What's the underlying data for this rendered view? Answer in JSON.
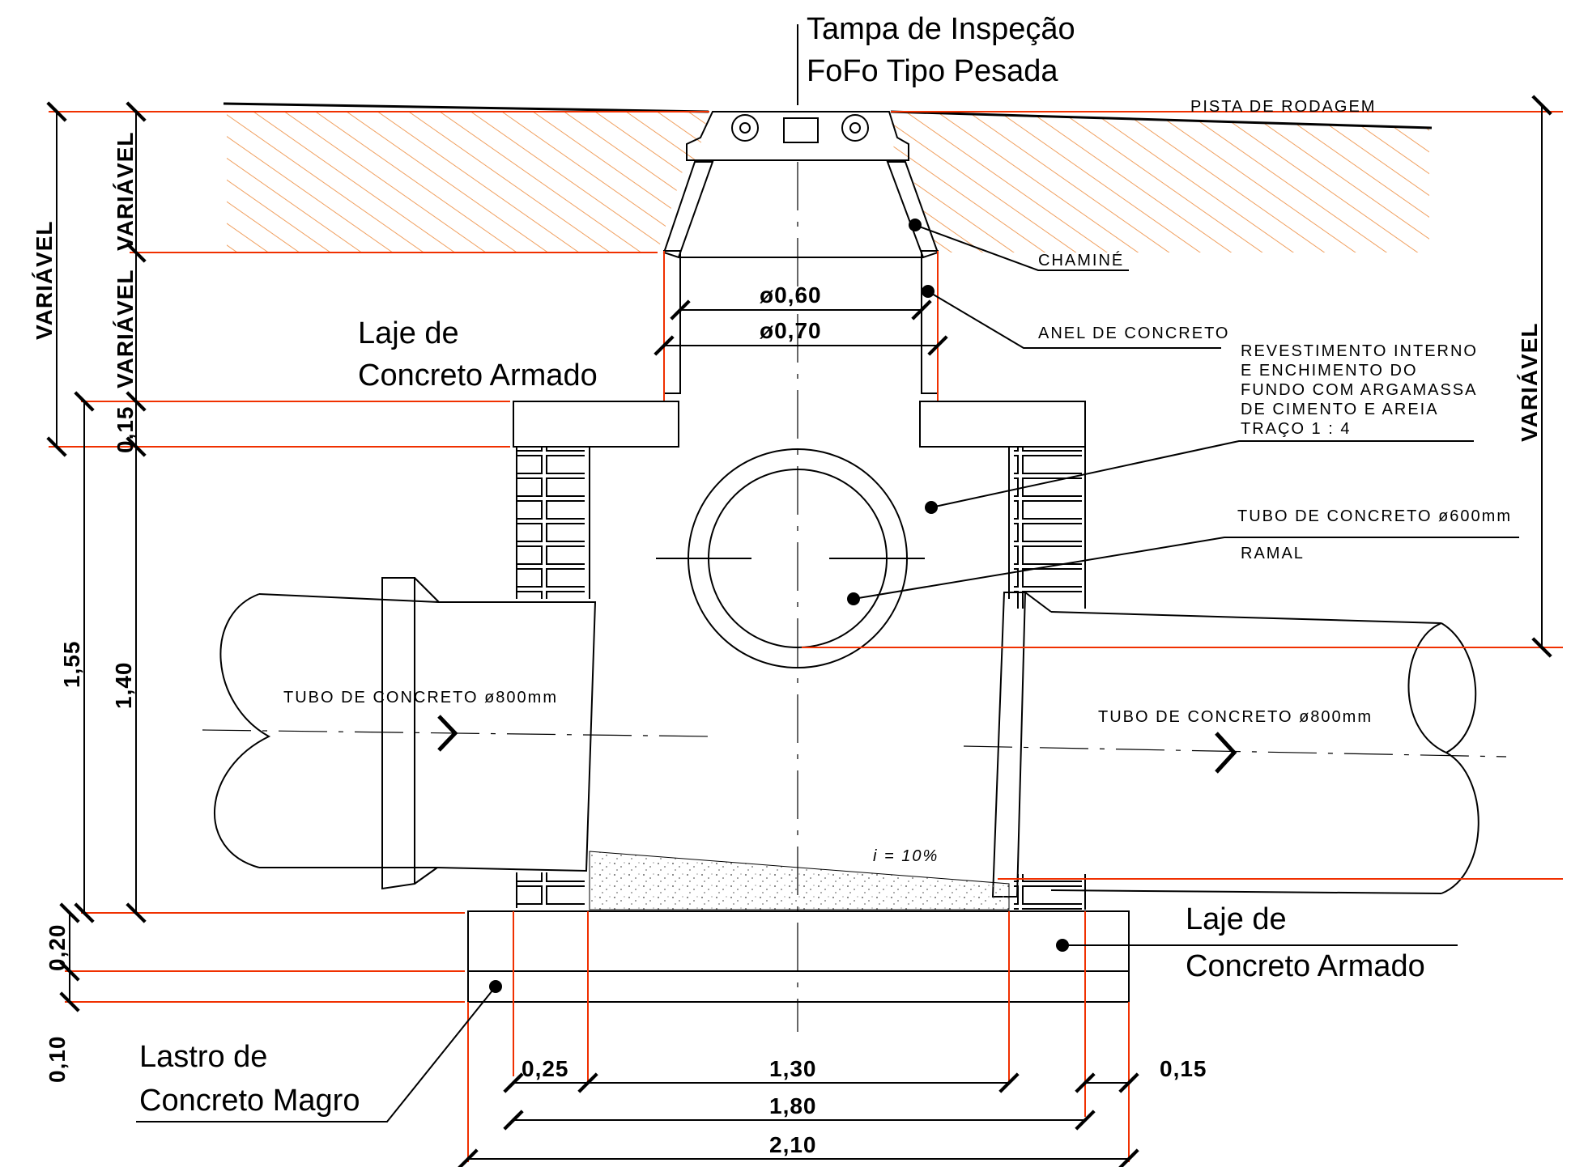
{
  "labels": {
    "cover": [
      "Tampa de Inspeção",
      "FoFo Tipo Pesada"
    ],
    "road": "PISTA DE RODAGEM",
    "chimney": "CHAMINÉ",
    "ring": "ANEL DE CONCRETO",
    "lining": [
      "REVESTIMENTO INTERNO",
      "E ENCHIMENTO DO",
      "FUNDO COM ARGAMASSA",
      "DE CIMENTO E AREIA",
      "TRAÇO 1 : 4"
    ],
    "branch_pipe": "TUBO DE CONCRETO ø600mm",
    "branch": "RAMAL",
    "slab_top": [
      "Laje de",
      "Concreto Armado"
    ],
    "slab_bottom": [
      "Laje de",
      "Concreto Armado"
    ],
    "lean": [
      "Lastro de",
      "Concreto Magro"
    ],
    "pipe_left": "TUBO DE CONCRETO ø800mm",
    "pipe_right": "TUBO DE CONCRETO ø800mm",
    "slope": "i = 10%"
  },
  "dimensions": {
    "d060": "ø0,60",
    "d070": "ø0,70",
    "var_left_outer": "VARIÁVEL",
    "var_left_inner": "VARIÁVEL",
    "var_left_inner2": "VARIÁVEL",
    "var_right": "VARIÁVEL",
    "d015_slab": "0,15",
    "d155": "1,55",
    "d140": "1,40",
    "d020": "0,20",
    "d010": "0,10",
    "d025": "0,25",
    "d130": "1,30",
    "d015_wall": "0,15",
    "d180": "1,80",
    "d210": "2,10"
  },
  "colors": {
    "dimension_line": "#f03000",
    "hatch": "#f0a060",
    "ink": "#000000"
  }
}
